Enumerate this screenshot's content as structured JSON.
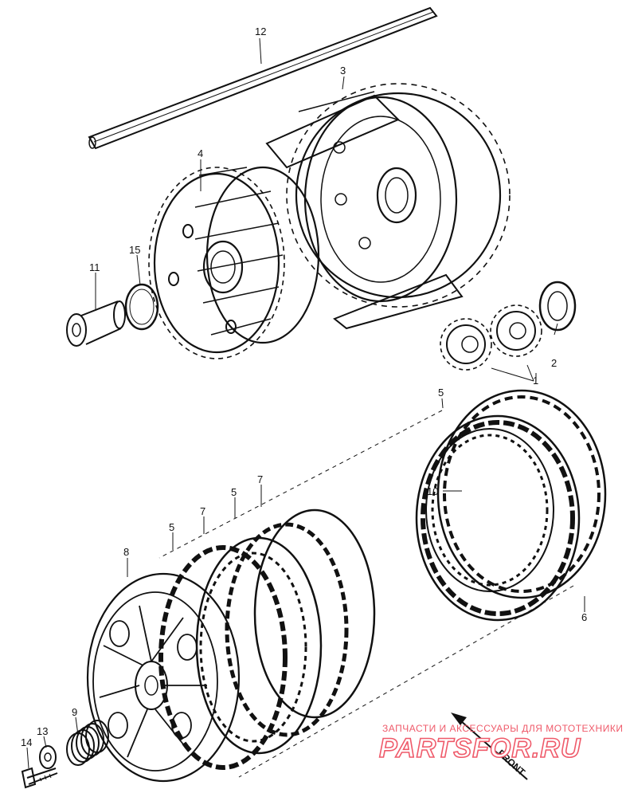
{
  "callouts": {
    "c1": "1",
    "c2": "2",
    "c3": "3",
    "c4": "4",
    "c5a": "5",
    "c5b": "5",
    "c5c": "5",
    "c6": "6",
    "c7a": "7",
    "c7b": "7",
    "c8": "8",
    "c9": "9",
    "c10": "10",
    "c11": "11",
    "c12": "12",
    "c13": "13",
    "c14": "14",
    "c15": "15"
  },
  "front_label": "FRONT",
  "watermark": {
    "subtitle": "ЗАПЧАСТИ И АКСЕССУАРЫ ДЛЯ МОТОТЕХНИКИ",
    "brand": "PARTSFOR.RU"
  },
  "colors": {
    "ink": "#111111",
    "watermark": "#ef5a6a",
    "background": "#ffffff"
  }
}
